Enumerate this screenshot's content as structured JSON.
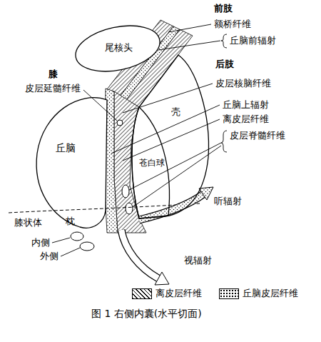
{
  "diagram": {
    "caption": "图 1 右侧内囊(水平切面)",
    "nodes": [
      {
        "text": [
          "尾核头"
        ]
      },
      {
        "text": [
          "壳"
        ]
      },
      {
        "text": [
          "丘脑"
        ]
      },
      {
        "text": [
          "苍白球"
        ],
        "in": 1
      }
    ],
    "labels": [
      "前肢",
      "额桥纤维",
      "丘脑前辐射",
      "后肢",
      "皮层核脑纤维",
      "丘脑上辐射",
      "离皮层纤维",
      "皮层脊髓纤维",
      "膝",
      "皮层延髓纤维",
      "听辐射",
      "膝状体",
      "枕",
      "内侧",
      "外侧",
      "视辐射"
    ],
    "legend": [
      {
        "text": "离皮层纤维"
      },
      {
        "text": "丘脑皮层纤维"
      }
    ]
  }
}
